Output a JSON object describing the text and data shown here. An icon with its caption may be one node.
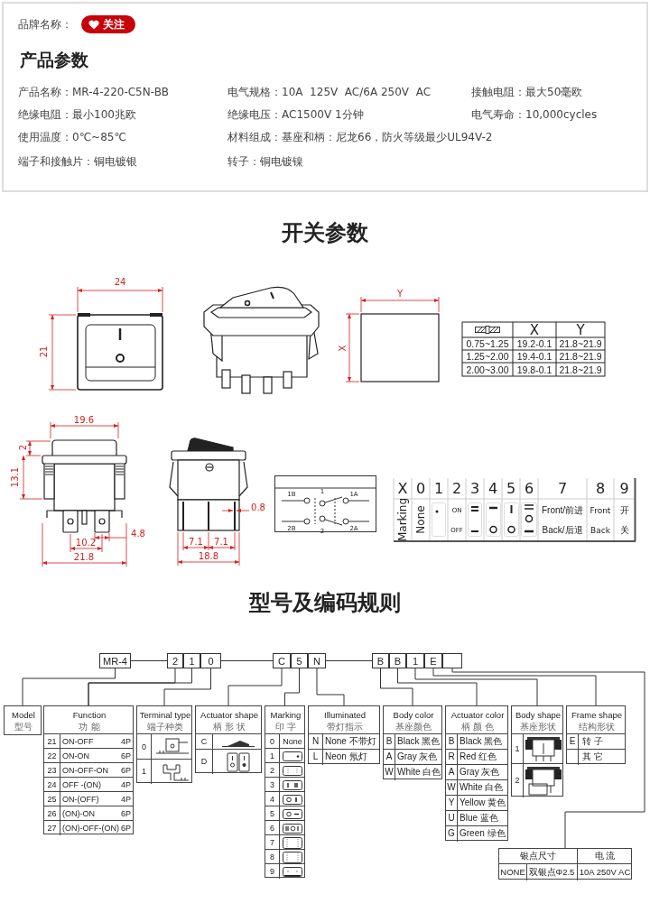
{
  "diagram": {
    "nodes": [
      {
        "text": [
          "MR-4"
        ]
      },
      {
        "text": [
          "2"
        ]
      },
      {
        "text": [
          "1"
        ]
      },
      {
        "text": [
          "0"
        ]
      },
      {
        "text": [
          "C"
        ]
      },
      {
        "text": [
          "5"
        ]
      },
      {
        "text": [
          "N"
        ]
      },
      {
        "text": [
          "B"
        ]
      },
      {
        "text": [
          "B"
        ]
      },
      {
        "text": [
          "1"
        ]
      },
      {
        "text": [
          "E"
        ]
      },
      {
        "text": [],
        "shape": "box"
      },
      {
        "text": [
          "Model",
          "型号"
        ]
      },
      {
        "text": [
          "Function",
          "功 能",
          "21",
          "ON-OFF",
          "4P",
          "22",
          "ON-ON",
          "6P",
          "23",
          "ON-OFF-ON",
          "6P",
          "24",
          "OFF -(ON)",
          "4P",
          "25",
          "ON-(OFF)",
          "4P",
          "26",
          "(ON)-ON",
          "6P",
          "27",
          "(ON)-OFF-(ON)",
          "6P"
        ]
      },
      {
        "text": [
          "Terminal type",
          "端子种类",
          "0",
          "1"
        ]
      },
      {
        "text": [
          "Actuator shape",
          "柄 形 状",
          "C",
          "D"
        ]
      },
      {
        "text": [
          "Marking",
          "印 字",
          "0",
          "None",
          "1",
          "2",
          "3",
          "4",
          "5",
          "6",
          "7",
          "8",
          "9"
        ]
      },
      {
        "text": [
          "Illuminated",
          "带灯指示",
          "N",
          "None 不带灯",
          "L",
          "Neon 氖灯"
        ]
      },
      {
        "text": [
          "Body color",
          "基座颜色",
          "B",
          "Black 黑色",
          "A",
          "Gray 灰色",
          "W",
          "White 白色"
        ]
      },
      {
        "text": [
          "Actuator color",
          "柄 颜 色",
          "B",
          "Black 黑色",
          "R",
          "Red 红色",
          "A",
          "Gray 灰色",
          "W",
          "White 白色",
          "Y",
          "Yellow 黄色",
          "U",
          "Blue 蓝色",
          "G",
          "Green 绿色"
        ]
      },
      {
        "text": [
          "Body shape",
          "基座形状",
          "1",
          "2"
        ]
      },
      {
        "text": [
          "Frame shape",
          "结构形状",
          "E",
          "转 子",
          "其 它"
        ]
      },
      {
        "text": [
          "银点尺寸",
          "电 流",
          "NONE",
          "双银点Φ2.5",
          "10A 250V AC"
        ]
      }
    ],
    "edges": [
      {
        "from": 0,
        "to": 1,
        "arrow": "none"
      },
      {
        "from": 3,
        "to": 4,
        "arrow": "none"
      },
      {
        "from": 6,
        "to": 7,
        "arrow": "none"
      },
      {
        "from": 0,
        "to": 12,
        "arrow": "none"
      },
      {
        "from": 1,
        "to": 13,
        "arrow": "none"
      },
      {
        "from": 2,
        "to": 13,
        "arrow": "none"
      },
      {
        "from": 3,
        "to": 14,
        "arrow": "none"
      },
      {
        "from": 4,
        "to": 15,
        "arrow": "none"
      },
      {
        "from": 5,
        "to": 16,
        "arrow": "none"
      },
      {
        "from": 6,
        "to": 17,
        "arrow": "none"
      },
      {
        "from": 7,
        "to": 18,
        "arrow": "none"
      },
      {
        "from": 8,
        "to": 19,
        "arrow": "none"
      },
      {
        "from": 9,
        "to": 20,
        "arrow": "none"
      },
      {
        "from": 10,
        "to": 21,
        "arrow": "none"
      },
      {
        "from": 11,
        "to": 22,
        "arrow": "none"
      }
    ],
    "labels": [
      "品牌名称：",
      "关注",
      "产品参数",
      "产品名称：MR-4-220-C5N-BB",
      "电气规格：10A  125V  AC/6A 250V  AC",
      "接触电阻：最大50毫欧",
      "绝缘电阻：最小100兆欧",
      "绝缘电压：AC1500V 1分钟",
      "电气寿命：10,000cycles",
      "使用温度：0℃~85℃",
      "材料组成：基座和柄：尼龙66，防火等级最少UL94V-2",
      "端子和接触片：铜电镀银",
      "转子：铜电镀镍",
      "开关参数",
      "24",
      "21",
      "Y",
      "X",
      "X",
      "Y",
      "0.75~1.25",
      "19.2-0.1",
      "21.8~21.9",
      "1.25~2.00",
      "19.4-0.1",
      "21.8~21.9",
      "2.00~3.00",
      "19.8-0.1",
      "21.8~21.9",
      "19.6",
      "2",
      "13.1",
      "4.8",
      "10.2",
      "21.8",
      "7.1",
      "7.1",
      "18.8",
      "0.8",
      "1B",
      "1",
      "1A",
      "2B",
      "2",
      "2A",
      "X",
      "0",
      "1",
      "2",
      "3",
      "4",
      "5",
      "6",
      "7",
      "8",
      "9",
      "Marking",
      "None",
      "ON",
      "OFF",
      "Front/前进",
      "Back/后退",
      "Front",
      "Back",
      "开",
      "关",
      "型号及编码规则"
    ]
  }
}
